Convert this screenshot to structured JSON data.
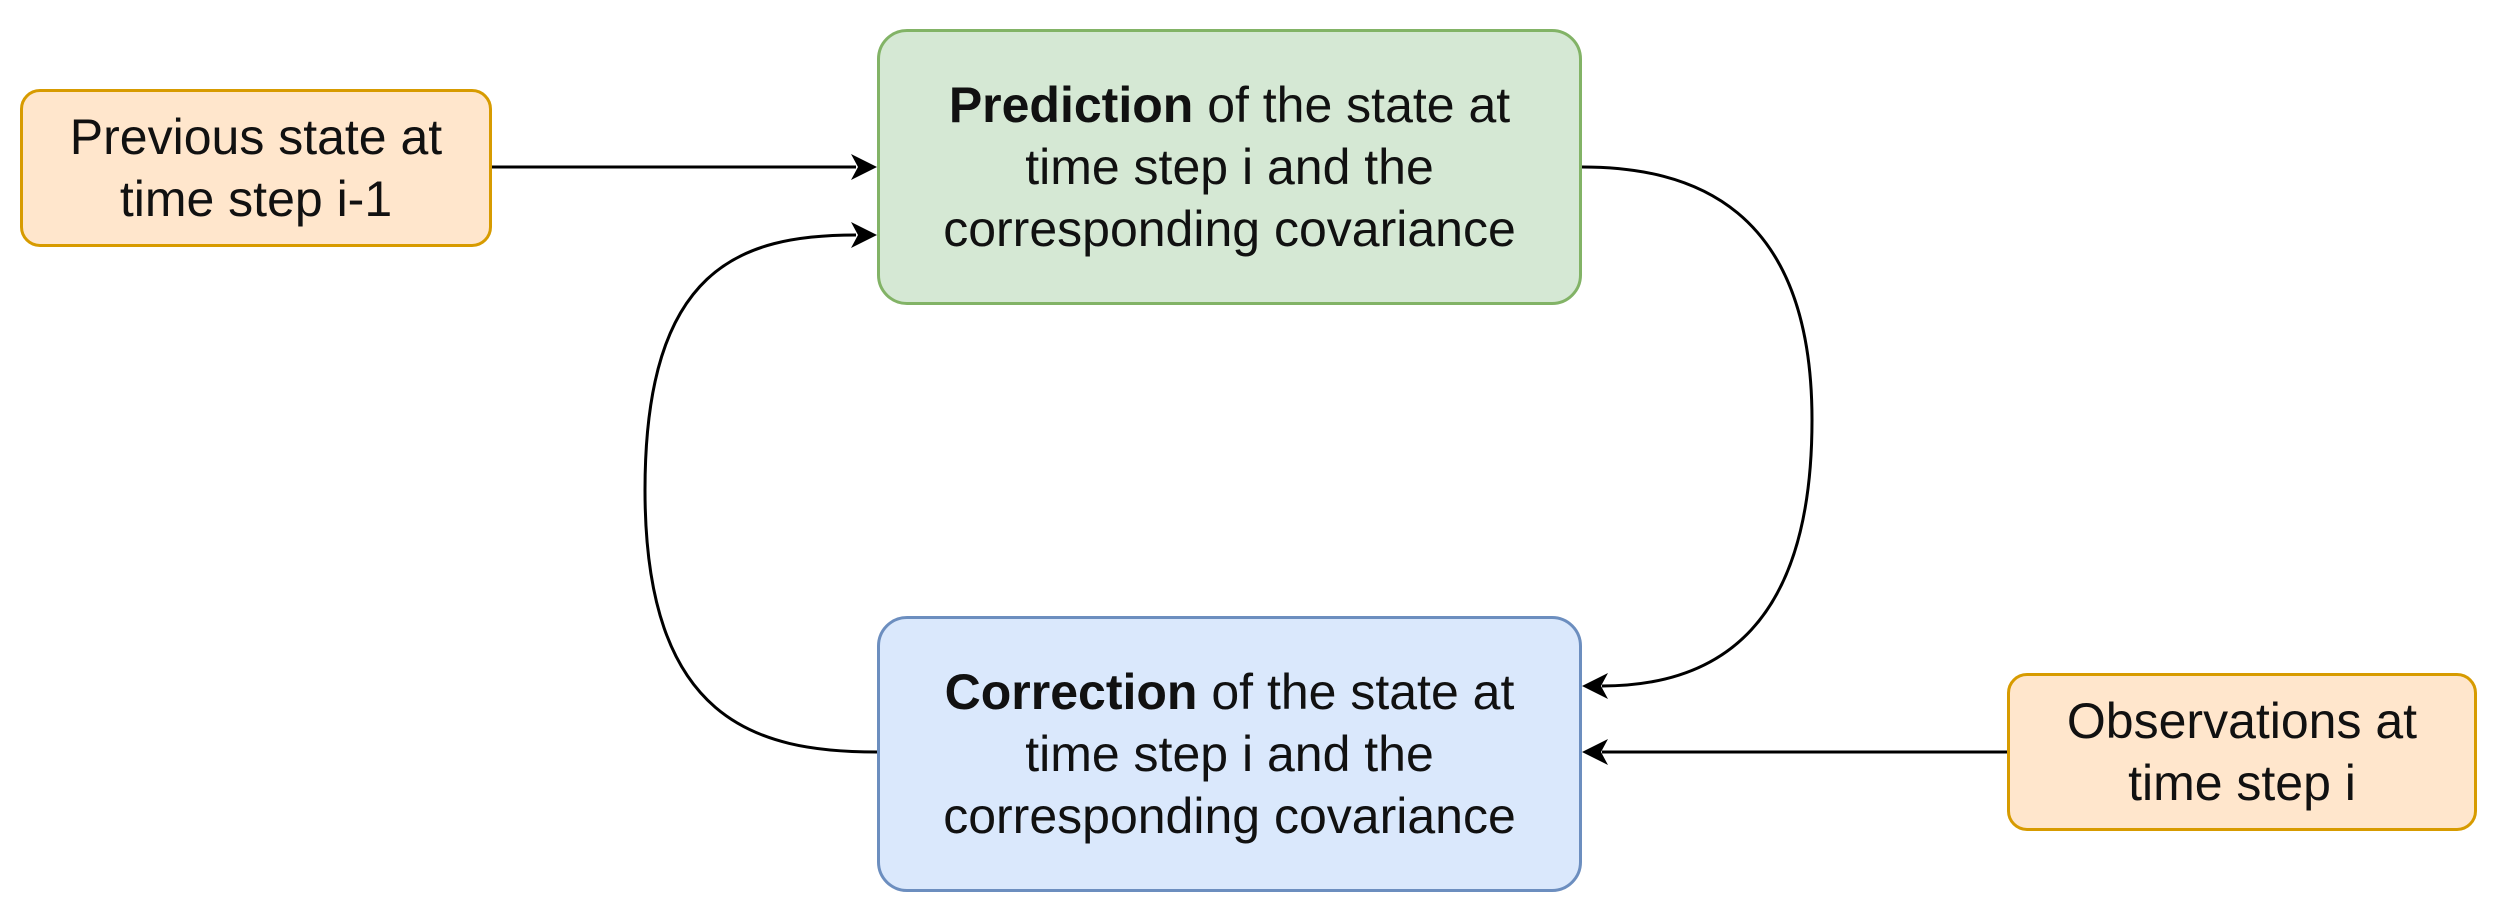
{
  "colors": {
    "input_fill": "#ffe6cc",
    "input_stroke": "#d79b00",
    "prediction_fill": "#d5e8d4",
    "prediction_stroke": "#82b366",
    "correction_fill": "#dae8fc",
    "correction_stroke": "#6c8ebf",
    "edge": "#000000"
  },
  "nodes": {
    "previous_state": {
      "lines": [
        "Previous state at",
        "time step i-1"
      ]
    },
    "prediction": {
      "bold": "Prediction",
      "line1_rest": " of the state at",
      "line2": "time step i and the",
      "line3": "corresponding covariance"
    },
    "correction": {
      "bold": "Correction",
      "line1_rest": " of the state at",
      "line2": "time step i and the",
      "line3": "corresponding covariance"
    },
    "observations": {
      "lines": [
        "Observations at",
        "time step i"
      ]
    }
  },
  "edges": [
    {
      "from": "previous_state",
      "to": "prediction"
    },
    {
      "from": "prediction",
      "to": "correction"
    },
    {
      "from": "observations",
      "to": "correction"
    },
    {
      "from": "correction",
      "to": "prediction"
    }
  ]
}
